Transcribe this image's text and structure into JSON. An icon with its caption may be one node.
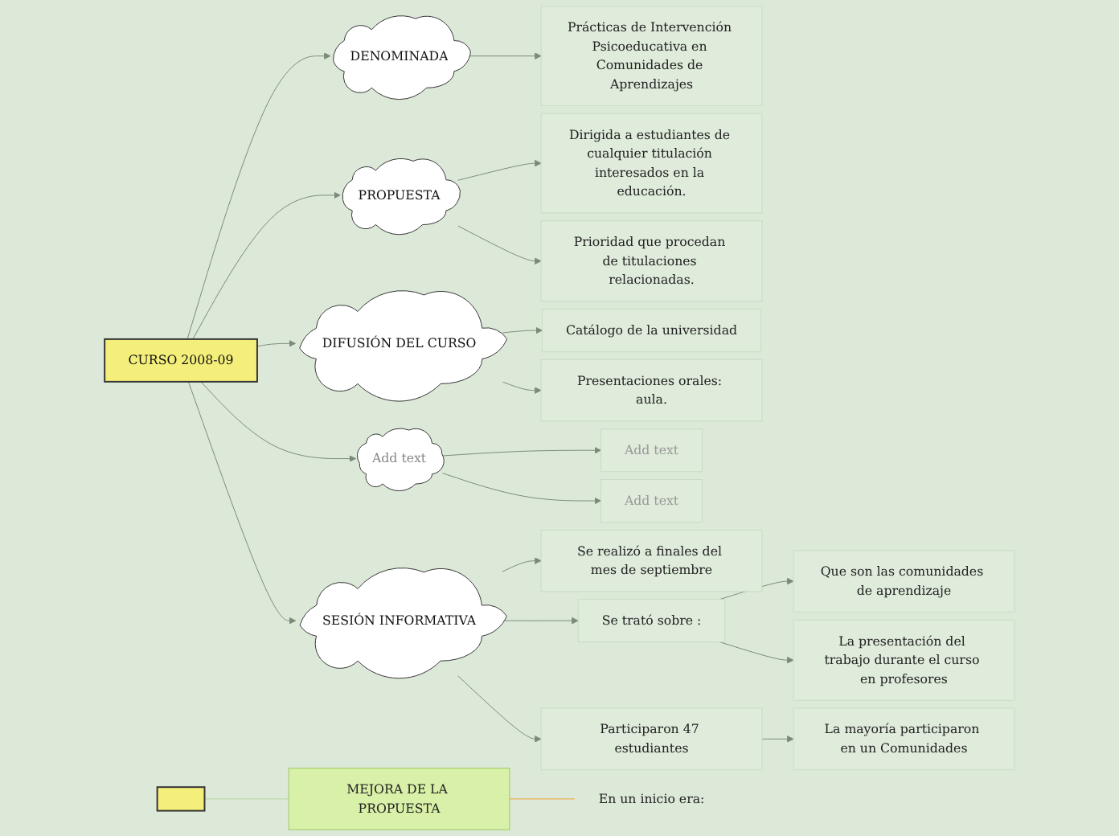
{
  "diagram": {
    "nodes": [
      {
        "text": [
          "CURSO 2008-09"
        ]
      },
      {
        "text": [
          "DENOMINADA"
        ]
      },
      {
        "text": [
          "Prácticas de Intervención Psicoeducativa en Comunidades de Aprendizajes"
        ]
      },
      {
        "text": [
          "PROPUESTA"
        ]
      },
      {
        "text": [
          "Dirigida a estudiantes de cualquier titulación interesados en la educación."
        ]
      },
      {
        "text": [
          "Prioridad que procedan de titulaciones relacionadas."
        ]
      },
      {
        "text": [
          "DIFUSIÓN DEL CURSO"
        ]
      },
      {
        "text": [
          "Catálogo de la universidad"
        ]
      },
      {
        "text": [
          "Presentaciones orales: aula."
        ]
      },
      {
        "text": [
          "Add text"
        ]
      },
      {
        "text": [
          "Add text"
        ]
      },
      {
        "text": [
          "Add text"
        ]
      },
      {
        "text": [
          "SESIÓN INFORMATIVA"
        ]
      },
      {
        "text": [
          "Se realizó a finales del mes de septiembre"
        ]
      },
      {
        "text": [
          "Se trató sobre :"
        ]
      },
      {
        "text": [
          "Que son las comunidades de aprendizaje"
        ]
      },
      {
        "text": [
          "La presentación del trabajo durante el curso en profesores"
        ]
      },
      {
        "text": [
          "Participaron 47 estudiantes"
        ]
      },
      {
        "text": [
          "La mayoría participaron en un Comunidades"
        ]
      },
      {
        "text": [
          "MEJORA DE LA PROPUESTA"
        ]
      },
      {
        "text": [
          "En un inicio era:"
        ]
      },
      {
        "text": [],
        "shape": "box"
      }
    ],
    "edges": [
      {
        "from": 0,
        "to": 1,
        "arrow": "to"
      },
      {
        "from": 1,
        "to": 2,
        "arrow": "to"
      },
      {
        "from": 0,
        "to": 3,
        "arrow": "to"
      },
      {
        "from": 3,
        "to": 4,
        "arrow": "to"
      },
      {
        "from": 3,
        "to": 5,
        "arrow": "to"
      },
      {
        "from": 0,
        "to": 6,
        "arrow": "to"
      },
      {
        "from": 6,
        "to": 7,
        "arrow": "to"
      },
      {
        "from": 6,
        "to": 8,
        "arrow": "to"
      },
      {
        "from": 0,
        "to": 9,
        "arrow": "to"
      },
      {
        "from": 9,
        "to": 10,
        "arrow": "to"
      },
      {
        "from": 9,
        "to": 11,
        "arrow": "to"
      },
      {
        "from": 0,
        "to": 12,
        "arrow": "to"
      },
      {
        "from": 12,
        "to": 13,
        "arrow": "to"
      },
      {
        "from": 12,
        "to": 14,
        "arrow": "to"
      },
      {
        "from": 14,
        "to": 15,
        "arrow": "to"
      },
      {
        "from": 14,
        "to": 16,
        "arrow": "to"
      },
      {
        "from": 12,
        "to": 17,
        "arrow": "to"
      },
      {
        "from": 17,
        "to": 18,
        "arrow": "to"
      },
      {
        "from": 21,
        "to": 19,
        "arrow": "none",
        "color": "#b5d99c"
      },
      {
        "from": 19,
        "to": 20,
        "arrow": "none",
        "color": "#f0a030"
      }
    ]
  }
}
